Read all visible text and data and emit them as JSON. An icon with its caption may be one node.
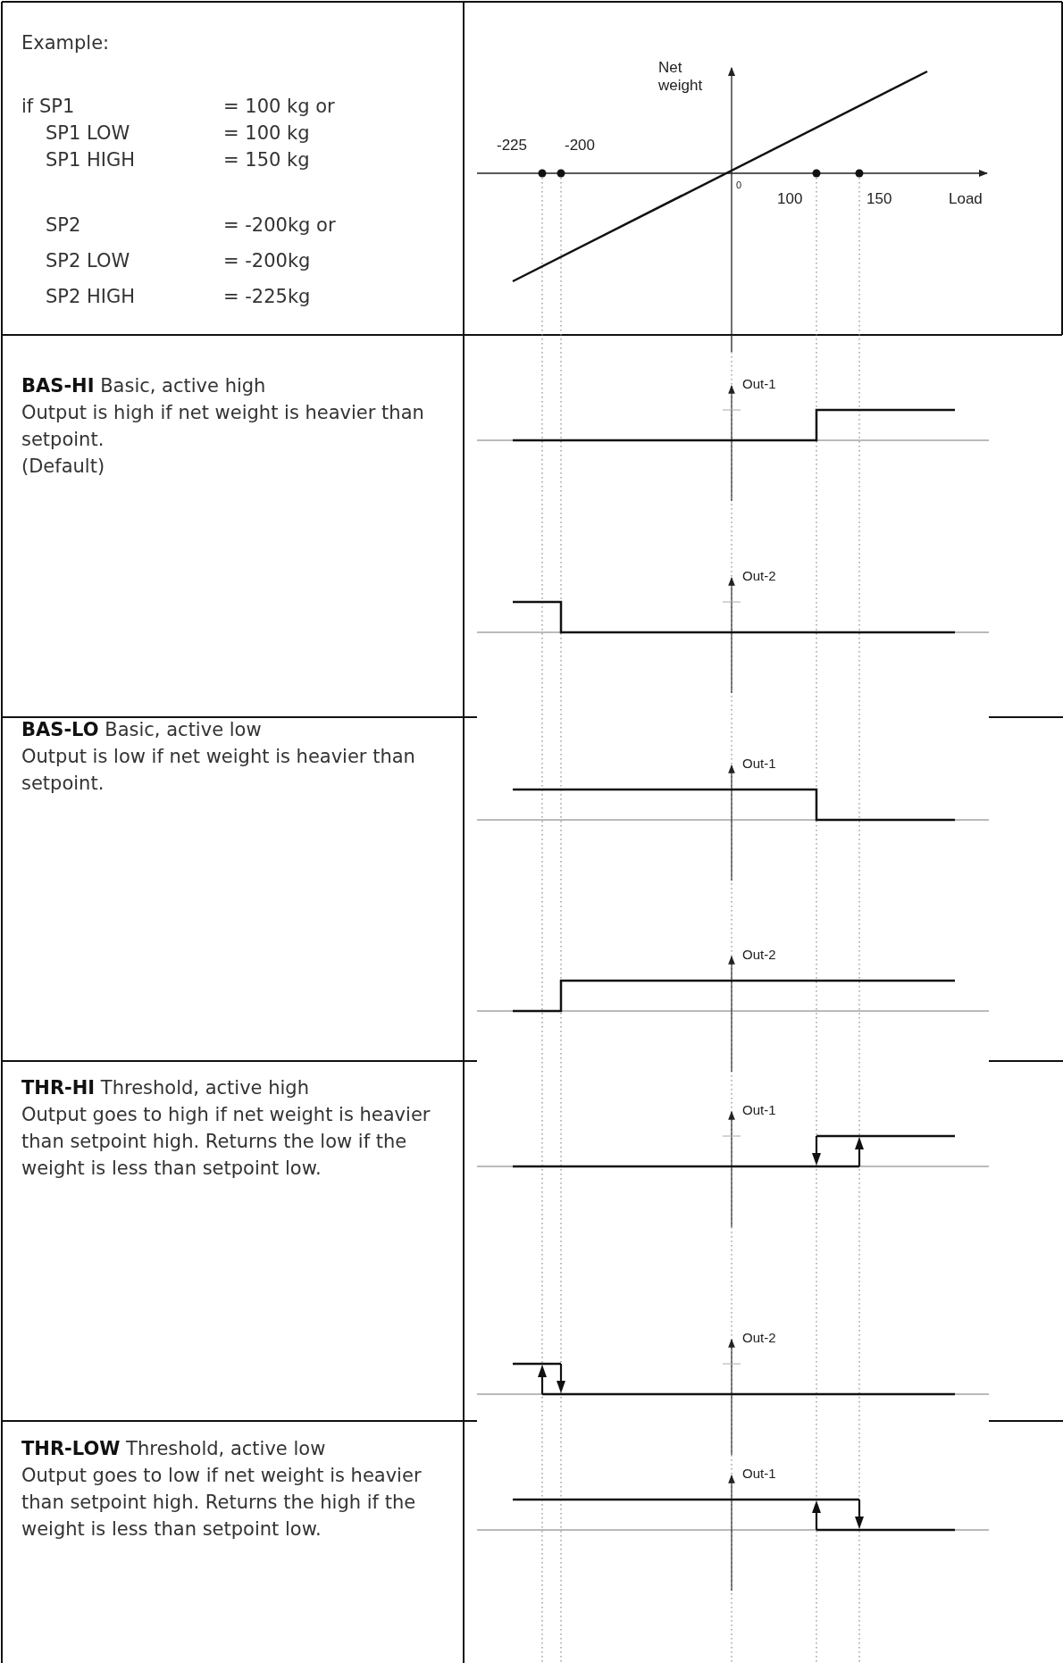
{
  "diagram": {
    "labels": [
      "Example:",
      "if  SP1",
      "= 100 kg or",
      "SP1 LOW",
      "= 100 kg",
      "SP1 HIGH",
      "= 150 kg",
      "SP2",
      "= -200kg or",
      "SP2 LOW",
      "= -200kg",
      "SP2 HIGH",
      "= -225kg",
      "Net weight",
      "-225",
      "-200",
      "0",
      "100",
      "150",
      "Load",
      "**BAS-HI**  Basic, active high",
      "Output is high if net weight is heavier than setpoint.",
      "(Default)",
      "Out-1",
      "Out-2",
      "**BAS-LO**  Basic, active low",
      "Output is low if net weight is heavier than setpoint.",
      "Out-1",
      "Out-2",
      "**THR-HI**  Threshold, active high",
      "Output goes to high if net weight is heavier than setpoint high. Returns the low if the weight is less than setpoint low.",
      "Out-1",
      "Out-2",
      "**THR-LOW**  Threshold, active low",
      "Output goes to low if net weight is heavier than setpoint high. Returns the high if the weight is less than setpoint low.",
      "Out-1"
    ]
  }
}
